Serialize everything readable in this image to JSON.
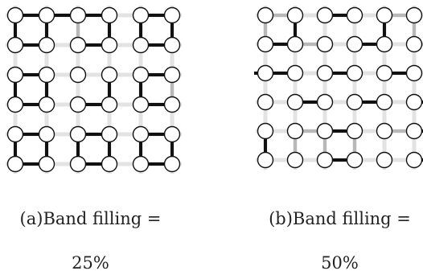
{
  "panels": [
    {
      "id": "a",
      "caption_line1": "(a)Band filling =",
      "caption_line2": "25%",
      "cols": 6,
      "rows": 6,
      "strong_h": [
        [
          0,
          0
        ],
        [
          1,
          0
        ],
        [
          2,
          0
        ],
        [
          4,
          0
        ],
        [
          0,
          1
        ],
        [
          2,
          1
        ],
        [
          4,
          1
        ],
        [
          0,
          2
        ],
        [
          4,
          2
        ],
        [
          0,
          3
        ],
        [
          2,
          3
        ],
        [
          4,
          3
        ],
        [
          0,
          4
        ],
        [
          2,
          4
        ],
        [
          4,
          4
        ],
        [
          0,
          5
        ],
        [
          2,
          5
        ],
        [
          4,
          5
        ]
      ],
      "strong_v": [
        [
          0,
          0
        ],
        [
          1,
          0
        ],
        [
          3,
          0
        ],
        [
          4,
          0
        ],
        [
          5,
          0
        ],
        [
          0,
          2
        ],
        [
          1,
          2
        ],
        [
          3,
          2
        ],
        [
          4,
          2
        ],
        [
          0,
          4
        ],
        [
          1,
          4
        ],
        [
          2,
          4
        ],
        [
          3,
          4
        ],
        [
          4,
          4
        ],
        [
          5,
          4
        ]
      ],
      "medium_h": [
        [
          4,
          2
        ]
      ],
      "medium_v": [
        [
          2,
          0
        ],
        [
          5,
          2
        ]
      ]
    },
    {
      "id": "b",
      "caption_line1": "(b)Band filling =",
      "caption_line2": "50%",
      "cols": 7,
      "rows": 6,
      "strong_h": [
        [
          2,
          0
        ],
        [
          0,
          1
        ],
        [
          3,
          1
        ],
        [
          0,
          2
        ],
        [
          2,
          2
        ],
        [
          4,
          2
        ],
        [
          1,
          3
        ],
        [
          3,
          3
        ],
        [
          5,
          3
        ],
        [
          2,
          4
        ],
        [
          5,
          4
        ],
        [
          2,
          5
        ],
        [
          5,
          5
        ]
      ],
      "strong_v": [
        [
          1,
          0
        ],
        [
          4,
          0
        ],
        [
          0,
          4
        ]
      ],
      "medium_h": [
        [
          0,
          0
        ],
        [
          4,
          0
        ],
        [
          1,
          1
        ],
        [
          5,
          1
        ],
        [
          1,
          4
        ],
        [
          4,
          4
        ]
      ],
      "medium_v": [
        [
          0,
          0
        ],
        [
          5,
          0
        ],
        [
          1,
          4
        ],
        [
          2,
          4
        ],
        [
          3,
          4
        ]
      ],
      "stub_left_row": 2
    }
  ]
}
